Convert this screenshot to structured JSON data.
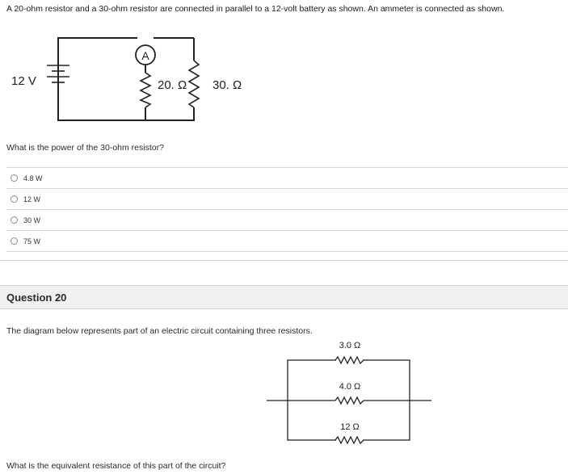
{
  "question19": {
    "intro": "A 20-ohm resistor and a 30-ohm resistor are connected in parallel to a 12-volt battery as shown. An ammeter is connected as shown.",
    "circuit": {
      "battery_label": "12 V",
      "ammeter_label": "A",
      "r1_label": "20. Ω",
      "r2_label": "30. Ω"
    },
    "prompt": "What is the power of the 30-ohm resistor?",
    "options": [
      "4.8 W",
      "12 W",
      "30 W",
      "75 W"
    ]
  },
  "question20": {
    "title": "Question 20",
    "text": "The diagram below represents part of an electric circuit containing three resistors.",
    "resistors": [
      "3.0 Ω",
      "4.0 Ω",
      "12 Ω"
    ],
    "prompt": "What is the equivalent resistance of this part of the circuit?"
  }
}
